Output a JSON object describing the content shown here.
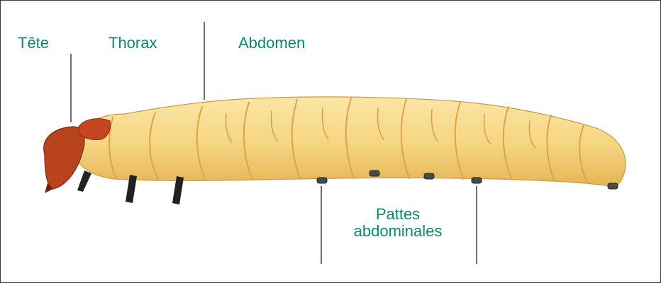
{
  "labels": {
    "head": "Tête",
    "thorax": "Thorax",
    "abdomen": "Abdomen",
    "prolegs_line1": "Pattes",
    "prolegs_line2": "abdominales"
  },
  "colors": {
    "label_text": "#0b8a6a",
    "leader_line": "#333333",
    "body_fill": "#f6dc8e",
    "body_shade": "#e7b85a",
    "head_capsule": "#b8431c",
    "prothoracic_plate": "#c4461e",
    "leg_dark": "#222222"
  }
}
